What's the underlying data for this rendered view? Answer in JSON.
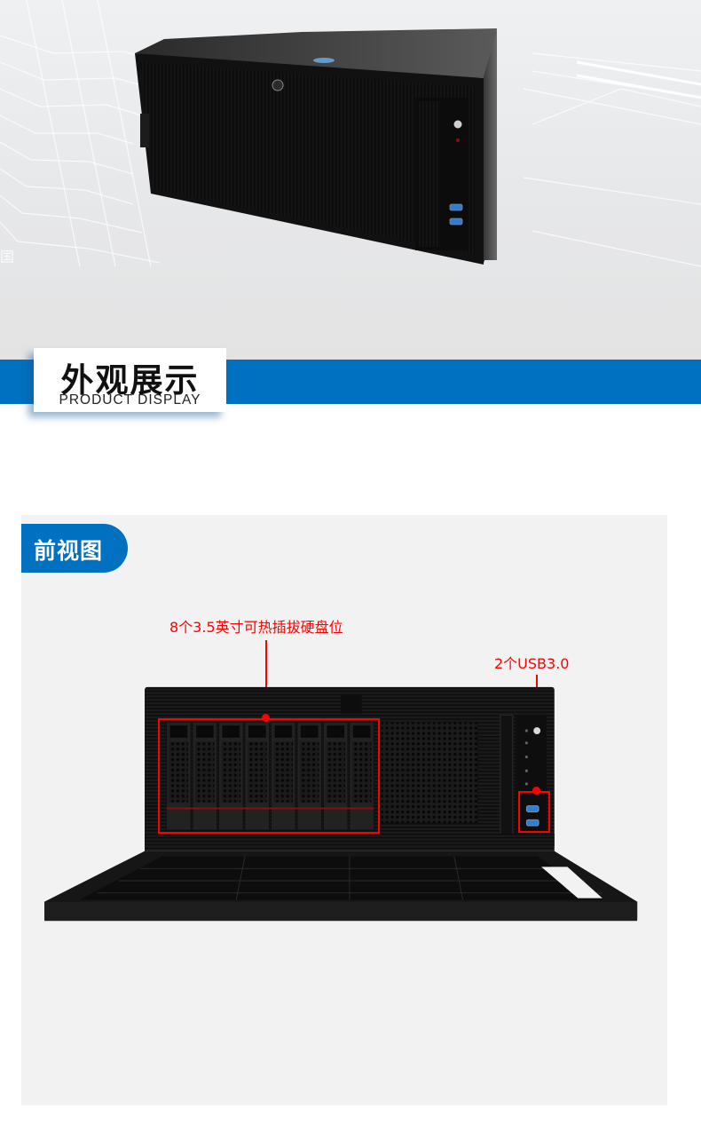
{
  "hero": {
    "edge_char": "国",
    "image_alt": "4U rackmount server chassis, black, with locking front bezel, front USB ports"
  },
  "section": {
    "title_cn": "外观展示",
    "title_en": "PRODUCT DISPLAY",
    "accent_color": "#0070c0"
  },
  "front_view": {
    "label": "前视图",
    "panel_bg": "#f2f2f2",
    "callouts": [
      {
        "text": "8个3.5英寸可热插拔硬盘位",
        "target": "drive-bays",
        "color": "#ff0000"
      },
      {
        "text": "2个USB3.0",
        "target": "usb-ports",
        "color": "#ff0000"
      }
    ],
    "drive_bay_count": 8,
    "usb_port_count": 2
  }
}
